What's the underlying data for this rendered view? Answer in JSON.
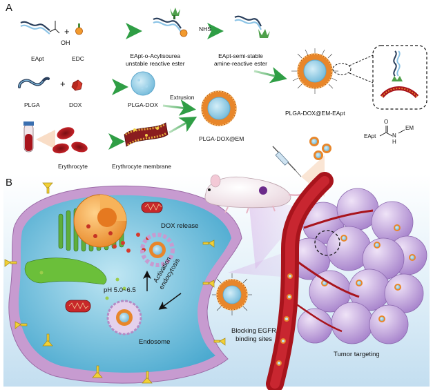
{
  "panel_a": {
    "letter": "A",
    "labels": {
      "eapt": "EApt",
      "plus": "+",
      "edc": "EDC",
      "intermediate1_line1": "EApt-o-Acylisourea",
      "intermediate1_line2": "unstable reactive ester",
      "nhs": "NHS",
      "intermediate2_line1": "EApt-semi-stable",
      "intermediate2_line2": "amine-reactive ester",
      "oh": "OH",
      "plga": "PLGA",
      "dox": "DOX",
      "plga_dox": "PLGA-DOX",
      "extrusion": "Extrusion",
      "plga_dox_em": "PLGA-DOX@EM",
      "plga_dox_em_eapt": "PLGA-DOX@EM-EApt",
      "erythrocyte": "Erythrocyte",
      "erythrocyte_membrane": "Erythrocyte membrane",
      "chem_eapt": "EApt",
      "chem_em": "EM",
      "chem_n": "N",
      "chem_h": "H",
      "chem_o": "O"
    }
  },
  "panel_b": {
    "letter": "B",
    "labels": {
      "dox_release": "DOX release",
      "ph": "pH 5.0~6.5",
      "activation_line1": "Activation",
      "activation_line2": "endocytosis",
      "endosome": "Endosome",
      "blocking_line1": "Blocking EGFR",
      "blocking_line2": "binding sites",
      "tumor_targeting": "Tumor targeting"
    }
  },
  "colors": {
    "arrow_green": "#3aa64a",
    "membrane_orange": "#e8862a",
    "core_blue": "#8fc9e6",
    "cell_purple": "#c79bd0",
    "tumor_purple": "#b899d8",
    "vessel_red": "#a8141c",
    "background_blue": "#cfe6f3"
  }
}
